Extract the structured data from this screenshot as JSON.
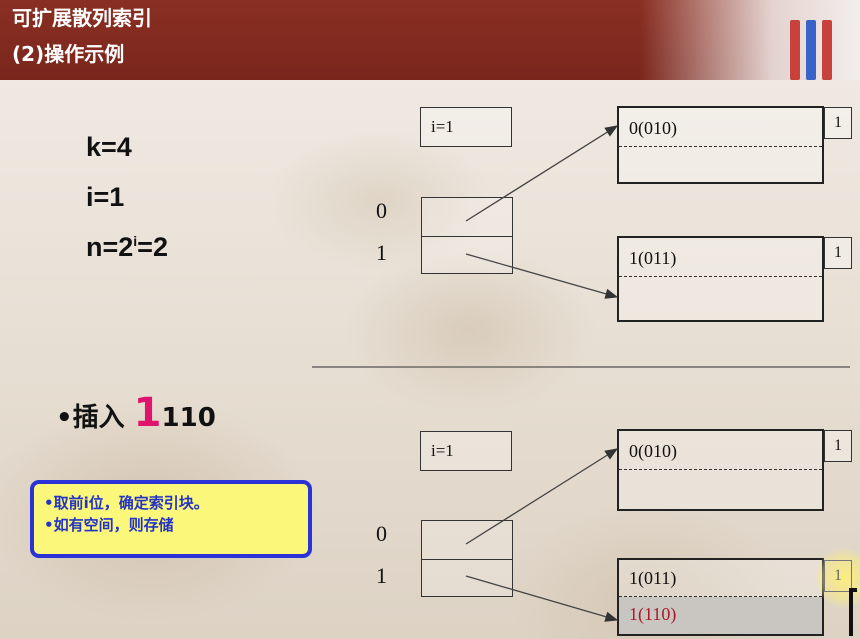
{
  "header": {
    "title_line1": "可扩展散列索引",
    "title_line2": "(2)操作示例"
  },
  "params": {
    "k": "k=4",
    "i": "i=1",
    "n_prefix": "n=2",
    "n_sup": "i",
    "n_suffix": "=2"
  },
  "insert": {
    "bullet": "•插入 ",
    "highlight_bit": "1",
    "rest_bits": "110"
  },
  "note": {
    "line1": "•取前i位，确定索引块。",
    "line2": "•如有空间，则存储"
  },
  "top_diagram": {
    "i_label": "i=1",
    "dir_index_0": "0",
    "dir_index_1": "1",
    "bucket0_key": "0(010)",
    "bucket0_depth": "1",
    "bucket1_key": "1(011)",
    "bucket1_depth": "1"
  },
  "bottom_diagram": {
    "i_label": "i=1",
    "dir_index_0": "0",
    "dir_index_1": "1",
    "bucket0_key": "0(010)",
    "bucket0_depth": "1",
    "bucket1_key": "1(011)",
    "bucket1_new_key": "1(110)",
    "bucket1_depth": "1"
  },
  "colors": {
    "header_bg": "#7a261c",
    "highlight_pink": "#e0136e",
    "note_bg": "#fbf77a",
    "note_border": "#2b33d6",
    "new_key_red": "#a61a2a"
  }
}
